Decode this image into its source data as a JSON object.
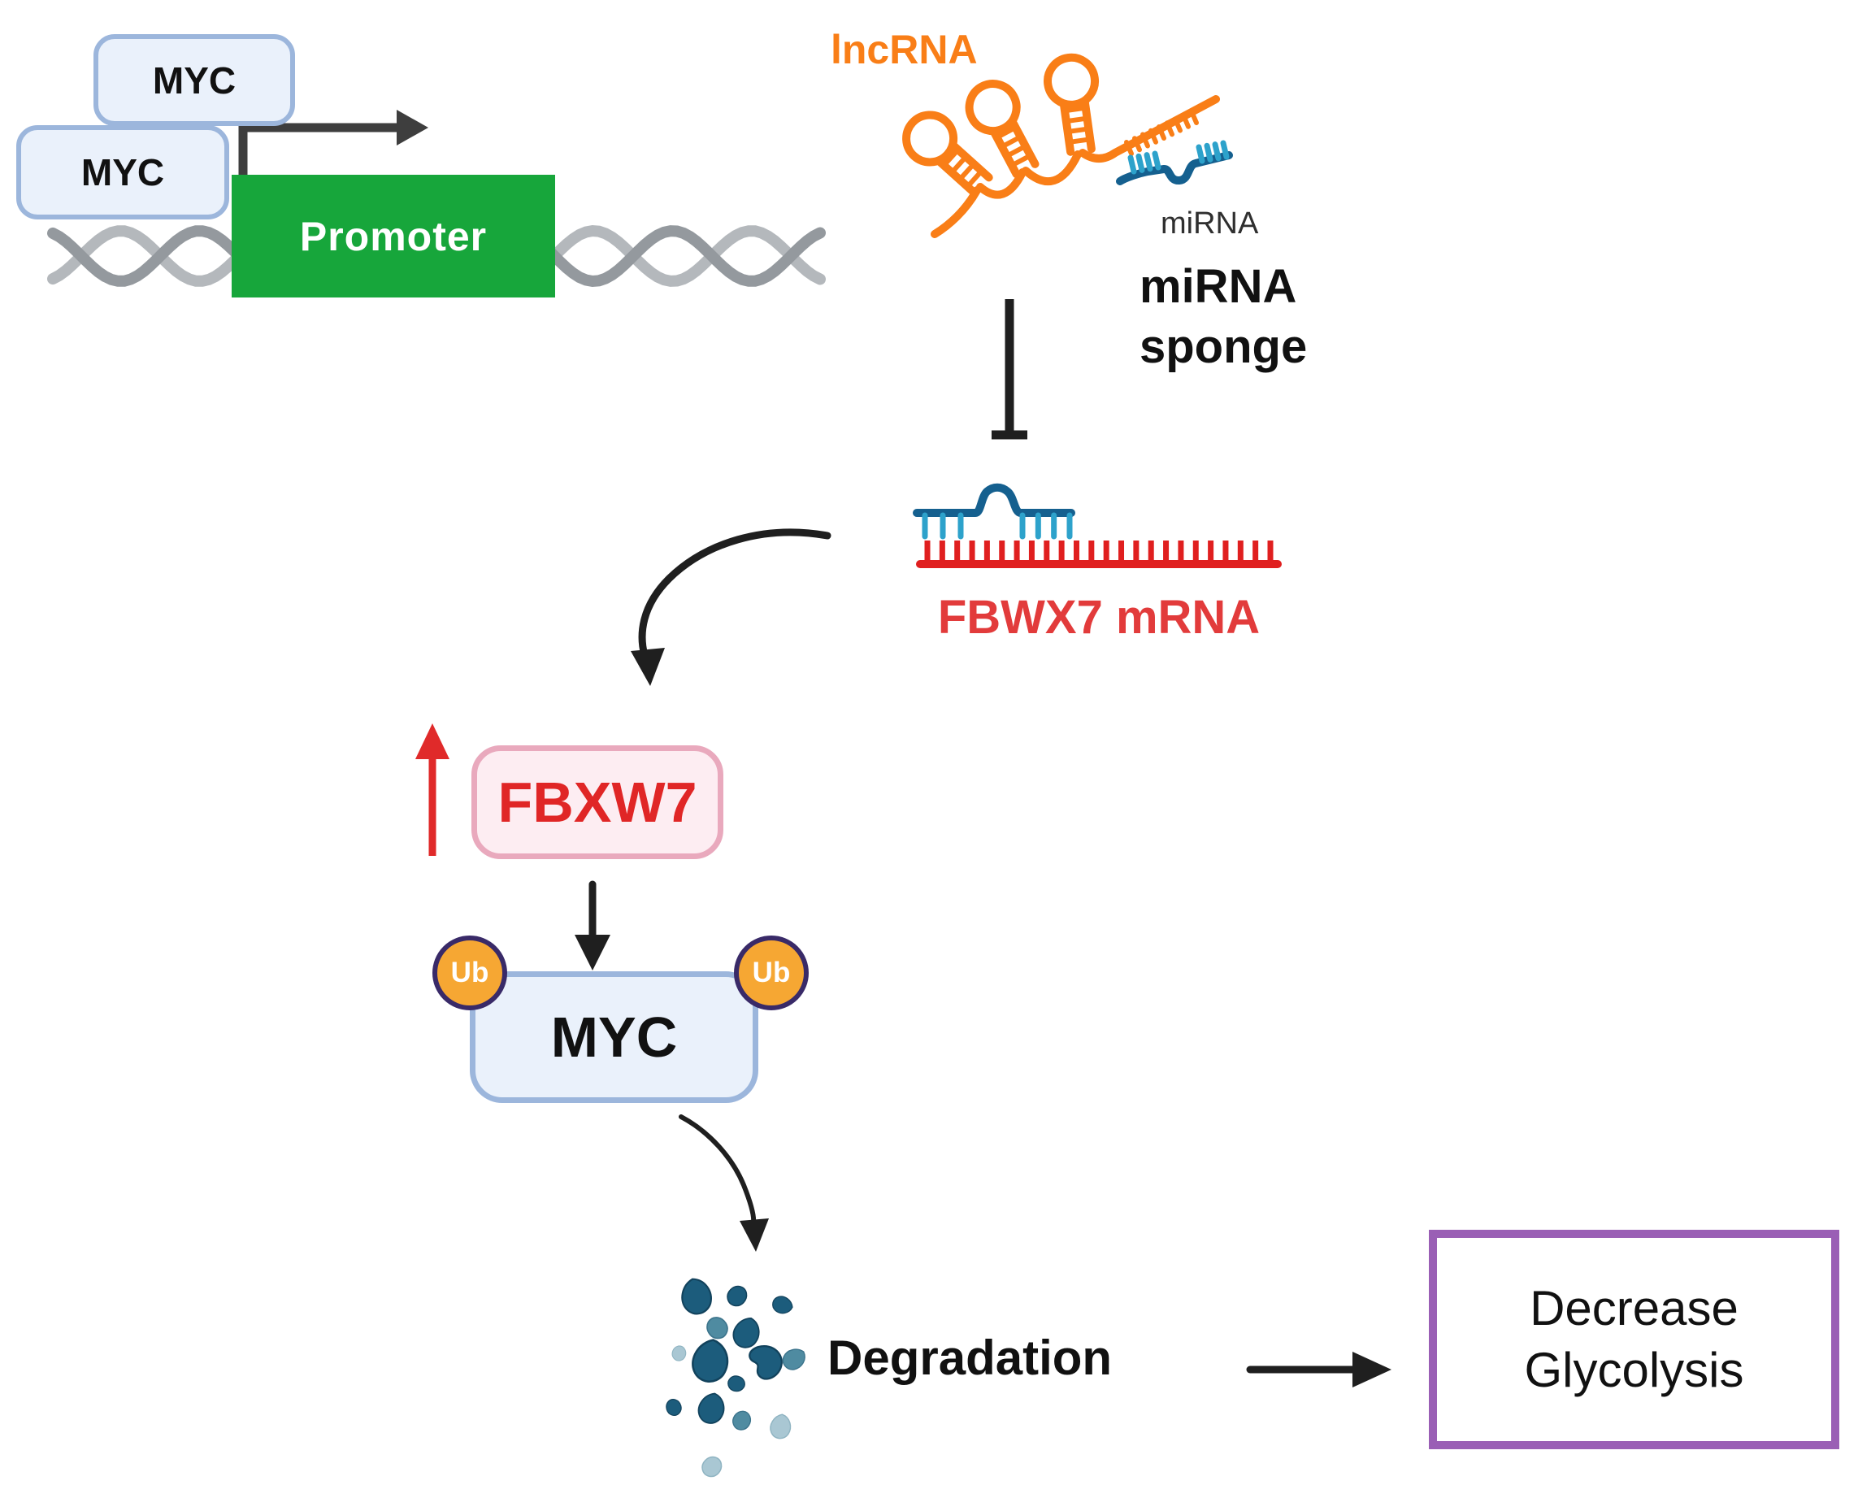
{
  "labels": {
    "myc_top_1": "MYC",
    "myc_top_2": "MYC",
    "promoter": "Promoter",
    "lncrna": "lncRNA",
    "mirna_small": "miRNA",
    "mirna_sponge": "miRNA\nsponge",
    "fbwx7_mrna": "FBWX7 mRNA",
    "fbxw7": "FBXW7",
    "ub_left": "Ub",
    "ub_right": "Ub",
    "myc_degraded": "MYC",
    "degradation": "Degradation",
    "outcome": "Decrease\nGlycolysis"
  },
  "icons": {
    "dna_helix": "gray-double-helix",
    "transcription_start_arrow": "bent-right-arrow",
    "lncrna_structure": "orange-rna-hairpins-with-comb",
    "mirna_structure": "blue-mirna-with-comb",
    "inhibition_tbar": "blunt-end-inhibition-line",
    "fbwx7_mrna_strand": "red-mrna-with-bound-blue-mirna",
    "curved_arrow_to_fbxw7": "curved-black-arrow",
    "upregulation_arrow": "red-up-arrow",
    "ubiquitination_arrow": "black-down-arrow",
    "degradation_arrow": "curved-black-arrow",
    "degradation_fragments": "teal-protein-fragments",
    "outcome_arrow": "black-right-arrow"
  },
  "colors": {
    "box_blue_fill": "#EAF1FB",
    "box_blue_border": "#9CB6DC",
    "promoter_green": "#17A63B",
    "dna_light": "#B4B8BC",
    "dna_dark": "#94999E",
    "arrow_dark": "#3E3E3E",
    "arrow_black": "#1F1F1F",
    "lncrna_orange": "#F97E17",
    "mirna_dark_blue": "#15608F",
    "mirna_light_blue": "#2DA2CB",
    "mrna_red": "#E01F1F",
    "mrna_text_red": "#E23B3B",
    "fbxw7_fill": "#FDEDF2",
    "fbxw7_border": "#E9A9BD",
    "fbxw7_text": "#E02626",
    "red_arrow": "#E02A2A",
    "ub_fill": "#F6A733",
    "ub_border": "#392A68",
    "blob_dark": "#1C5C7C",
    "blob_mid": "#4F8BA1",
    "blob_light": "#A9C7D3",
    "outcome_purple": "#9A5FB5",
    "text_black": "#111111",
    "text_gray": "#2F2F2F"
  }
}
